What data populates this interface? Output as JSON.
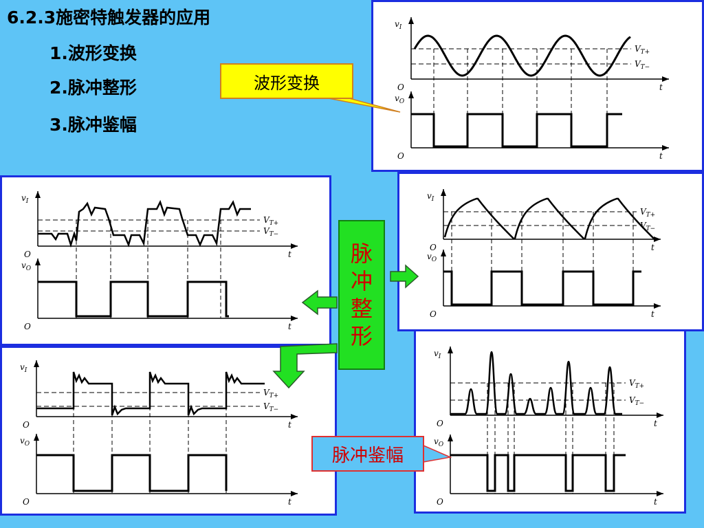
{
  "header": {
    "title": "6.2.3施密特触发器的应用",
    "items": [
      "1.波形变换",
      "2.脉冲整形",
      "3.脉冲鉴幅"
    ]
  },
  "callouts": {
    "waveform": "波形变换",
    "shaping_chars": [
      "脉",
      "冲",
      "整",
      "形"
    ],
    "amplitude": "脉冲鉴幅"
  },
  "diagram_labels": {
    "input": "v",
    "input_sub": "I",
    "output": "v",
    "output_sub": "O",
    "vt_plus": "V",
    "vt_plus_sub": "T+",
    "vt_minus": "V",
    "vt_minus_sub": "T−",
    "time": "t",
    "origin": "O"
  },
  "colors": {
    "background": "#5ec4f6",
    "panel_border": "#1c2ee0",
    "callout_yellow": "#ffff00",
    "callout_green": "#22e022",
    "callout_text_red": "#d00000",
    "arrow_green": "#22e022"
  }
}
